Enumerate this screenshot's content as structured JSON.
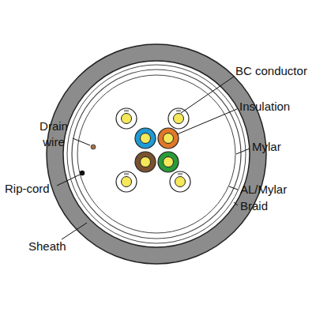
{
  "diagram": {
    "labels": [
      "BC conductor",
      "Insulation",
      "Drain wire",
      "Mylar",
      "Rip-cord",
      "AL/Mylar",
      "Braid",
      "Sheath"
    ]
  }
}
